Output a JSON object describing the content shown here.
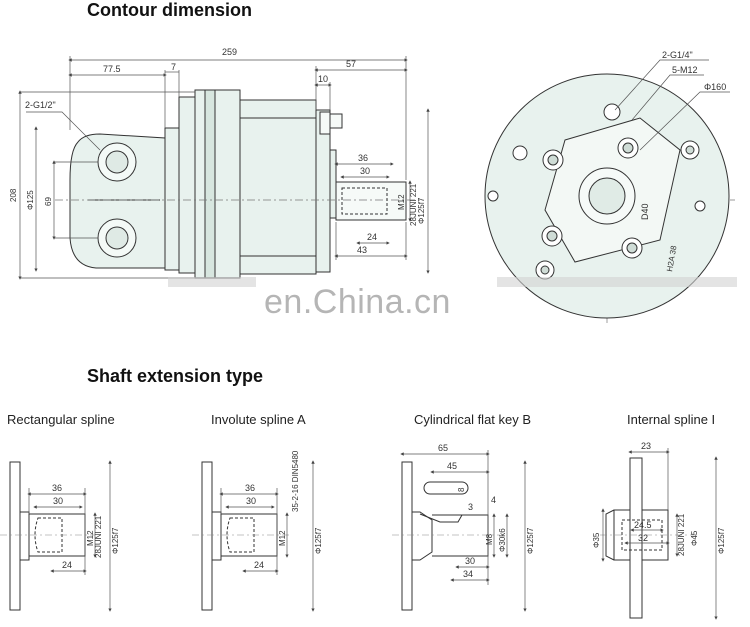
{
  "headings": {
    "contour": "Contour dimension",
    "shaft": "Shaft extension type"
  },
  "watermark": "en.China.cn",
  "contour": {
    "dims": {
      "d259": "259",
      "d77_5": "77.5",
      "d7": "7",
      "d57": "57",
      "d10": "10",
      "d36": "36",
      "d30": "30",
      "d24": "24",
      "d43": "43",
      "d208": "208",
      "d125": "Φ125",
      "d69": "69",
      "port_g12": "2-G1/2\"",
      "m12": "M12",
      "spline": "28JUNI 221",
      "f7": "Φ125f7"
    },
    "end_view": {
      "g14": "2-G1/4\"",
      "m12": "5-M12",
      "d160": "Φ160",
      "d40": "D40",
      "mark": "H2A 38"
    }
  },
  "shaft_types": [
    {
      "label": "Rectangular spline",
      "d36": "36",
      "d30": "30",
      "d24": "24",
      "m12": "M12",
      "spline": "28JUNI 221",
      "f7": "Φ125f7"
    },
    {
      "label": "Involute spline  A",
      "d36": "36",
      "d30": "30",
      "d24": "24",
      "m12": "M12",
      "spline": "35-2-16\nDIN5480",
      "f7": "Φ125f7"
    },
    {
      "label": "Cylindrical flat key B",
      "d65": "65",
      "d45": "45",
      "d8": "8",
      "d4": "4",
      "d3": "3",
      "d30": "30",
      "d34": "34",
      "m8": "M8",
      "k6": "Φ30k6",
      "f7": "Φ125f7"
    },
    {
      "label": "Internal spline I",
      "d23": "23",
      "d24_5": "24.5",
      "d32": "32",
      "d35": "Φ35",
      "spline": "28JUNI 221",
      "tol": "Φ45",
      "f7": "Φ125f7"
    }
  ],
  "colors": {
    "body_fill": "#e8f2ee",
    "line": "#333333",
    "dim_line": "#555555"
  }
}
